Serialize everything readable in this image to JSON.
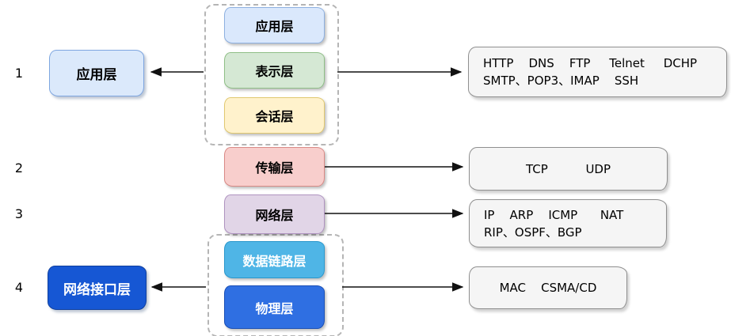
{
  "diagram": {
    "row_numbers": [
      "1",
      "2",
      "3",
      "4"
    ],
    "tcpip_layers": [
      {
        "label": "应用层",
        "bg": "#dbe9fb",
        "border": "#7ea6e0",
        "text": "#000000"
      },
      {
        "label": "网络接口层",
        "bg": "#1657d4",
        "border": "#0f3f9e",
        "text": "#ffffff"
      }
    ],
    "osi_layers": [
      {
        "label": "应用层",
        "bg": "#dae8fc",
        "border": "#8db0e0",
        "text": "#000000"
      },
      {
        "label": "表示层",
        "bg": "#d5e8d4",
        "border": "#8fbf87",
        "text": "#000000"
      },
      {
        "label": "会话层",
        "bg": "#fff2cc",
        "border": "#e0c870",
        "text": "#000000"
      },
      {
        "label": "传输层",
        "bg": "#f8cecc",
        "border": "#d98a86",
        "text": "#000000"
      },
      {
        "label": "网络层",
        "bg": "#e1d5e7",
        "border": "#af93c0",
        "text": "#000000"
      },
      {
        "label": "数据链路层",
        "bg": "#4fb5e6",
        "border": "#2a97cc",
        "text": "#ffffff"
      },
      {
        "label": "物理层",
        "bg": "#2f6fe2",
        "border": "#1a4fb5",
        "text": "#ffffff"
      }
    ],
    "protocol_boxes": [
      {
        "lines": [
          "HTTP    DNS    FTP     Telnet     DCHP",
          "SMTP、POP3、IMAP    SSH"
        ]
      },
      {
        "lines": [
          "TCP          UDP"
        ]
      },
      {
        "lines": [
          "IP    ARP    ICMP      NAT",
          "RIP、OSPF、BGP"
        ]
      },
      {
        "lines": [
          "MAC    CSMA/CD"
        ]
      }
    ],
    "styles": {
      "protocol_box_bg": "#f5f5f5",
      "protocol_box_border": "#8f8f8f",
      "dashed_group_border": "#b5b5b5",
      "arrow_color": "#111111"
    }
  }
}
